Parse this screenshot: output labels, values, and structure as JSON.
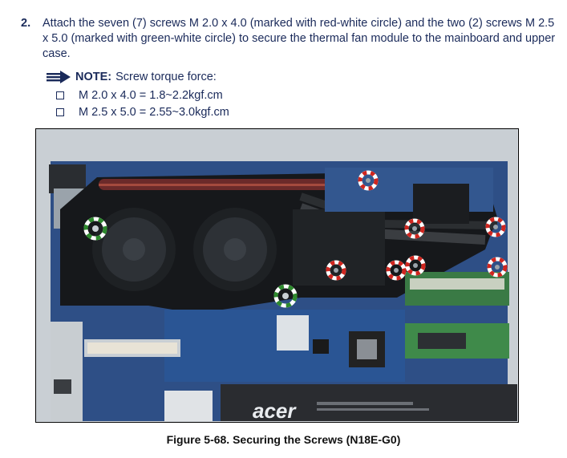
{
  "step": {
    "number": "2.",
    "text": "Attach the seven (7) screws M 2.0 x 4.0 (marked with red-white circle) and the two (2) screws M 2.5 x 5.0 (marked with green-white circle) to secure the thermal fan module to the mainboard and upper case."
  },
  "note": {
    "label": "NOTE:",
    "text": "Screw torque force:"
  },
  "bullets": [
    "M 2.0 x 4.0 = 1.8~2.2kgf.cm",
    "M 2.5 x 5.0 = 2.55~3.0kgf.cm"
  ],
  "figure": {
    "brand_logo": "acer",
    "caption": "Figure 5-68.   Securing the Screws (N18E-G0)"
  },
  "colors": {
    "text": "#1a2a5a",
    "red_marker": "#d0261f",
    "green_marker": "#2e8a2e"
  }
}
